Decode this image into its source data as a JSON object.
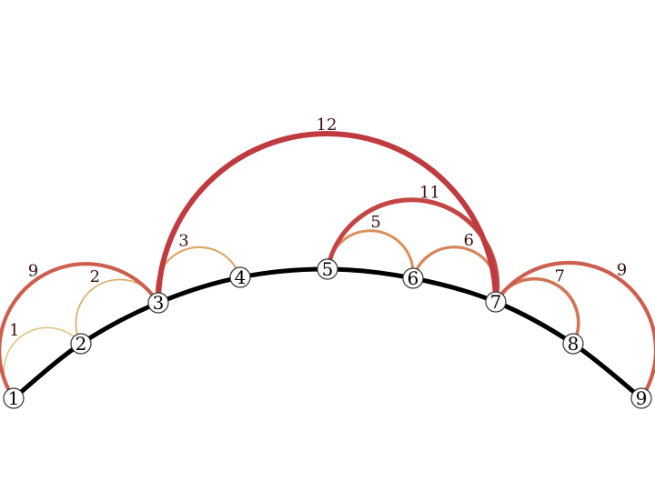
{
  "nodes": [
    {
      "id": "1",
      "label": "1"
    },
    {
      "id": "2",
      "label": "2"
    },
    {
      "id": "3",
      "label": "3"
    },
    {
      "id": "4",
      "label": "4"
    },
    {
      "id": "5",
      "label": "5"
    },
    {
      "id": "6",
      "label": "6"
    },
    {
      "id": "7",
      "label": "7"
    },
    {
      "id": "8",
      "label": "8"
    },
    {
      "id": "9",
      "label": "9"
    }
  ],
  "spine_color": "#000000",
  "edges": [
    {
      "from": "1",
      "to": "2",
      "label": "1",
      "color": "#e2c27f"
    },
    {
      "from": "2",
      "to": "3",
      "label": "2",
      "color": "#d9b070"
    },
    {
      "from": "3",
      "to": "4",
      "label": "3",
      "color": "#dfa968"
    },
    {
      "from": "5",
      "to": "6",
      "label": "5",
      "color": "#da8f5c"
    },
    {
      "from": "6",
      "to": "7",
      "label": "6",
      "color": "#d6845a"
    },
    {
      "from": "7",
      "to": "8",
      "label": "7",
      "color": "#d07556"
    },
    {
      "from": "1",
      "to": "3",
      "label": "9",
      "color": "#cc5f4f"
    },
    {
      "from": "7",
      "to": "9",
      "label": "9",
      "color": "#cc5f4f"
    },
    {
      "from": "5",
      "to": "7",
      "label": "11",
      "color": "#c34644"
    },
    {
      "from": "3",
      "to": "7",
      "label": "12",
      "color": "#bf3b3f"
    }
  ]
}
